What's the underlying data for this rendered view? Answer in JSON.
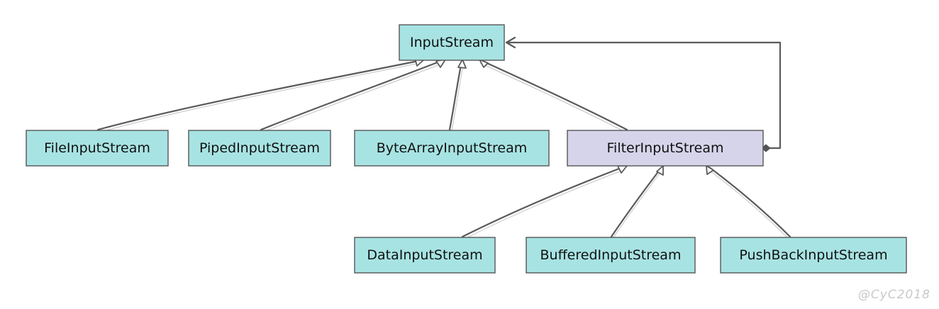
{
  "nodes": {
    "input_stream": "InputStream",
    "file_input_stream": "FileInputStream",
    "piped_input_stream": "PipedInputStream",
    "byte_array_input_stream": "ByteArrayInputStream",
    "filter_input_stream": "FilterInputStream",
    "data_input_stream": "DataInputStream",
    "buffered_input_stream": "BufferedInputStream",
    "pushback_input_stream": "PushBackInputStream"
  },
  "colors": {
    "concrete_fill": "#a8e3e3",
    "decorator_fill": "#d6d4ea",
    "edge": "#5a5a5a"
  },
  "watermark": "@CyC2018"
}
